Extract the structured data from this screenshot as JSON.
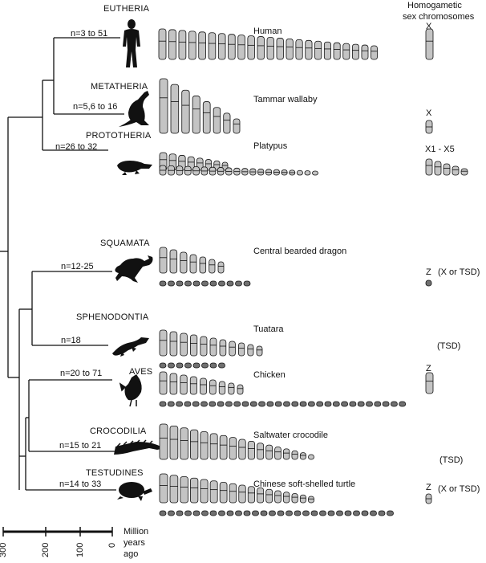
{
  "header": {
    "line1": "Homogametic",
    "line2": "sex chromosomes"
  },
  "taxa": [
    {
      "group": "EUTHERIA",
      "range": "n=3 to 51",
      "species": "Human",
      "sex_chrom": "X",
      "note": "",
      "silhouette": "human-silhouette-icon"
    },
    {
      "group": "METATHERIA",
      "range": "n=5,6 to 16",
      "species": "Tammar wallaby",
      "sex_chrom": "X",
      "note": "",
      "silhouette": "kangaroo-silhouette-icon"
    },
    {
      "group": "PROTOTHERIA",
      "range": "n=26 to 32",
      "species": "Platypus",
      "sex_chrom": "X1 - X5",
      "note": "",
      "silhouette": "platypus-silhouette-icon"
    },
    {
      "group": "SQUAMATA",
      "range": "n=12-25",
      "species": "Central bearded dragon",
      "sex_chrom": "Z",
      "note": "(X or TSD)",
      "silhouette": "lizard-silhouette-icon"
    },
    {
      "group": "SPHENODONTIA",
      "range": "n=18",
      "species": "Tuatara",
      "sex_chrom": "",
      "note": "(TSD)",
      "silhouette": "tuatara-silhouette-icon"
    },
    {
      "group": "AVES",
      "range": "n=20 to 71",
      "species": "Chicken",
      "sex_chrom": "Z",
      "note": "",
      "silhouette": "chicken-silhouette-icon"
    },
    {
      "group": "CROCODILIA",
      "range": "n=15 to 21",
      "species": "Saltwater crocodile",
      "sex_chrom": "",
      "note": "(TSD)",
      "silhouette": "crocodile-silhouette-icon"
    },
    {
      "group": "TESTUDINES",
      "range": "n=14 to 33",
      "species": "Chinese soft-shelled turtle",
      "sex_chrom": "Z",
      "note": "(X or TSD)",
      "silhouette": "turtle-silhouette-icon"
    }
  ],
  "scale": {
    "ticks": [
      "300",
      "200",
      "100",
      "0"
    ],
    "unit_line1": "Million",
    "unit_line2": "years",
    "unit_line3": "ago"
  },
  "colors": {
    "line": "#111111",
    "chrom_fill": "#c4c4c4",
    "chrom_dark": "#707070",
    "silhouette": "#111111"
  }
}
